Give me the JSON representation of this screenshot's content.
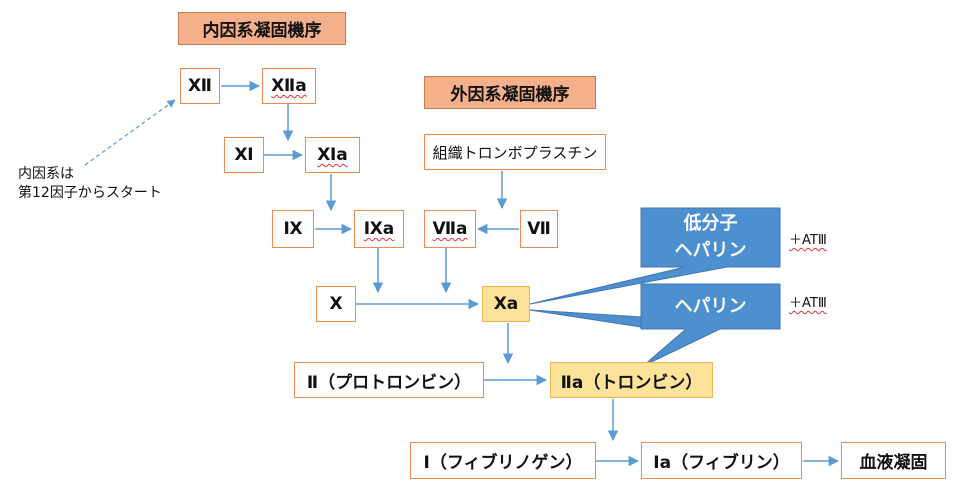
{
  "titles": {
    "intrinsic": "内因系凝固機序",
    "extrinsic": "外因系凝固機序"
  },
  "note": {
    "line1": "内因系は",
    "line2": "第12因子からスタート"
  },
  "nodes": {
    "f12": "Ⅻ",
    "f12a": "Ⅻa",
    "f11": "Ⅺ",
    "f11a": "Ⅺa",
    "f9": "Ⅸ",
    "f9a": "Ⅸa",
    "tissue_thromboplastin": "組織トロンボプラスチン",
    "f7": "Ⅶ",
    "f7a": "Ⅶa",
    "f10": "Ⅹ",
    "f10a": "Ⅹa",
    "f2": "Ⅱ（プロトロンビン）",
    "f2a": "Ⅱa（トロンビン）",
    "f1": "Ⅰ（フィブリノゲン）",
    "f1a": "Ⅰa（フィブリン）",
    "clot": "血液凝固"
  },
  "callouts": {
    "lmwh_line1": "低分子",
    "lmwh_line2": "ヘパリン",
    "heparin": "ヘパリン",
    "at3_a": "＋ATⅢ",
    "at3_b": "＋ATⅢ"
  },
  "colors": {
    "box_border": "#ec8a4f",
    "title_fill": "#f4b08a",
    "highlight_fill": "#fde29a",
    "callout_fill": "#4e8fcf",
    "arrow": "#5b9bd5"
  }
}
